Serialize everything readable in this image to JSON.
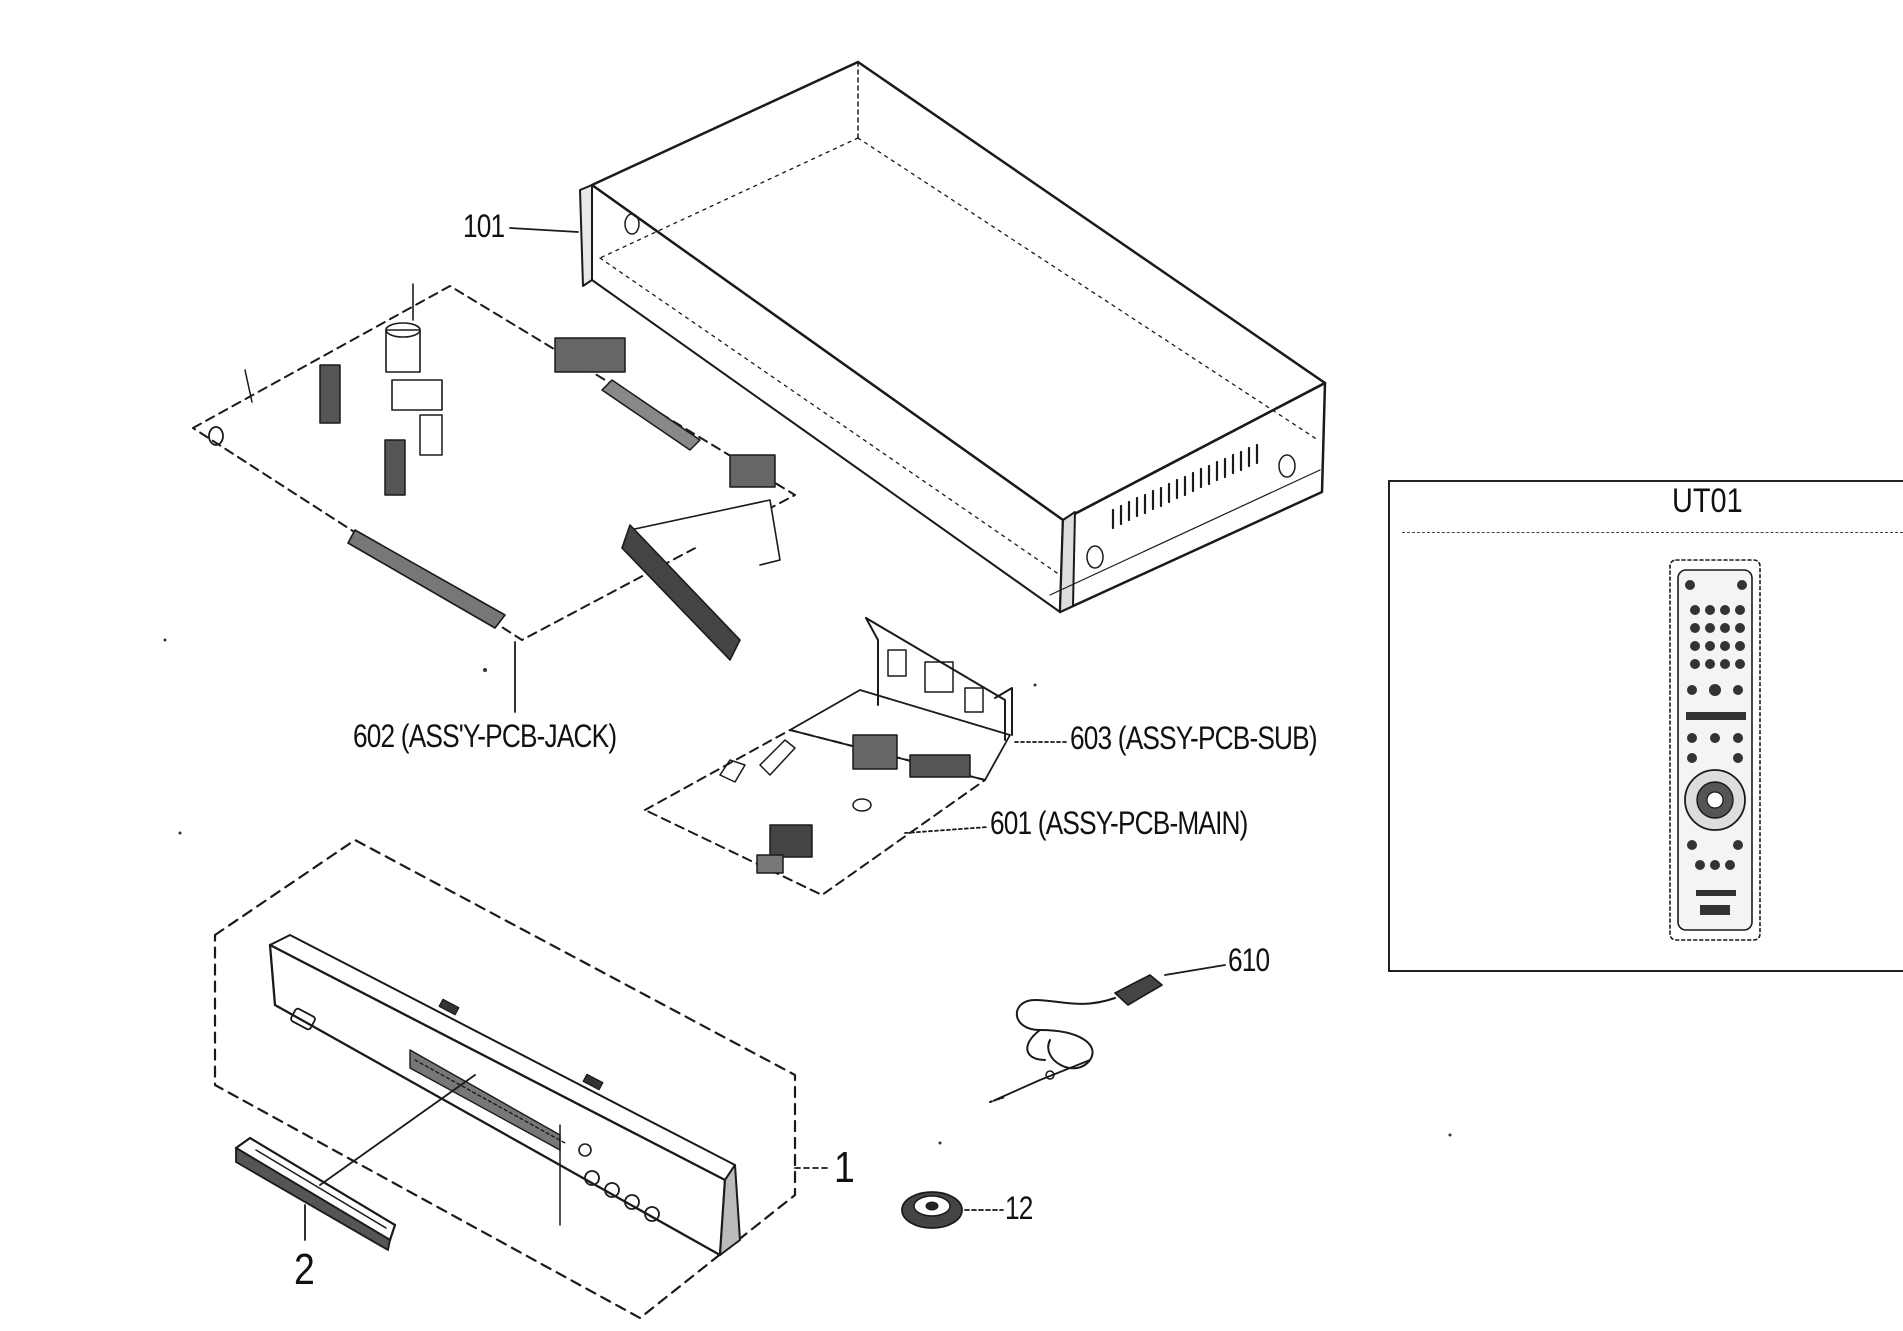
{
  "labels": {
    "top_cover": "101",
    "pcb_jack": "602 (ASS'Y-PCB-JACK)",
    "pcb_sub": "603 (ASSY-PCB-SUB)",
    "pcb_main": "601 (ASSY-PCB-MAIN)",
    "front_panel": "1",
    "door": "2",
    "power_cord": "610",
    "foot": "12"
  },
  "accessory": {
    "code": "UT01",
    "icon": "remote-control-icon"
  }
}
